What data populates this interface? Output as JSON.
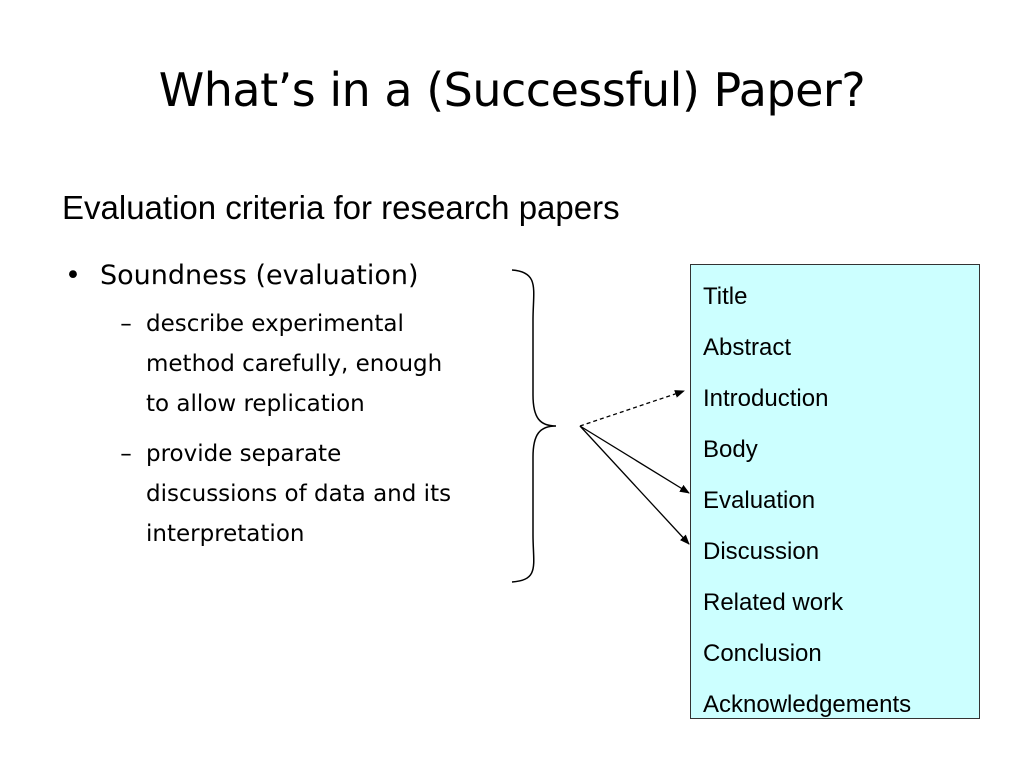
{
  "slide": {
    "title": "What’s in a (Successful) Paper?",
    "subtitle": "Evaluation criteria for research papers",
    "bullets": [
      {
        "marker": "•",
        "text": "Soundness  (evaluation)",
        "subbullets": [
          {
            "marker": "–",
            "lines": [
              "describe experimental",
              "method carefully, enough",
              "to allow replication"
            ]
          },
          {
            "marker": "–",
            "lines": [
              "provide separate",
              "discussions of data and its",
              "interpretation"
            ]
          }
        ]
      }
    ],
    "outline_box": {
      "background": "#ccffff",
      "items": [
        "Title",
        "Abstract",
        "Introduction",
        "Body",
        "Evaluation",
        "Discussion",
        "Related work",
        "Conclusion",
        "Acknowledgements"
      ]
    }
  }
}
